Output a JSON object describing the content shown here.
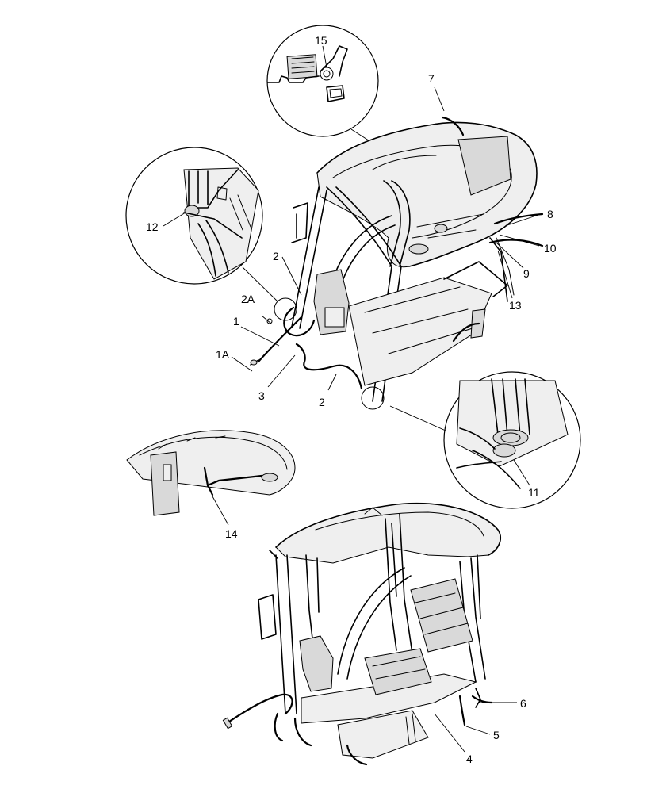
{
  "callouts": {
    "c1": "1",
    "c1a": "1A",
    "c2a": "2",
    "c2b": "2",
    "c2A": "2A",
    "c3": "3",
    "c4": "4",
    "c5": "5",
    "c6": "6",
    "c7": "7",
    "c8": "8",
    "c9": "9",
    "c10": "10",
    "c11": "11",
    "c12": "12",
    "c13": "13",
    "c14": "14",
    "c15": "15"
  }
}
